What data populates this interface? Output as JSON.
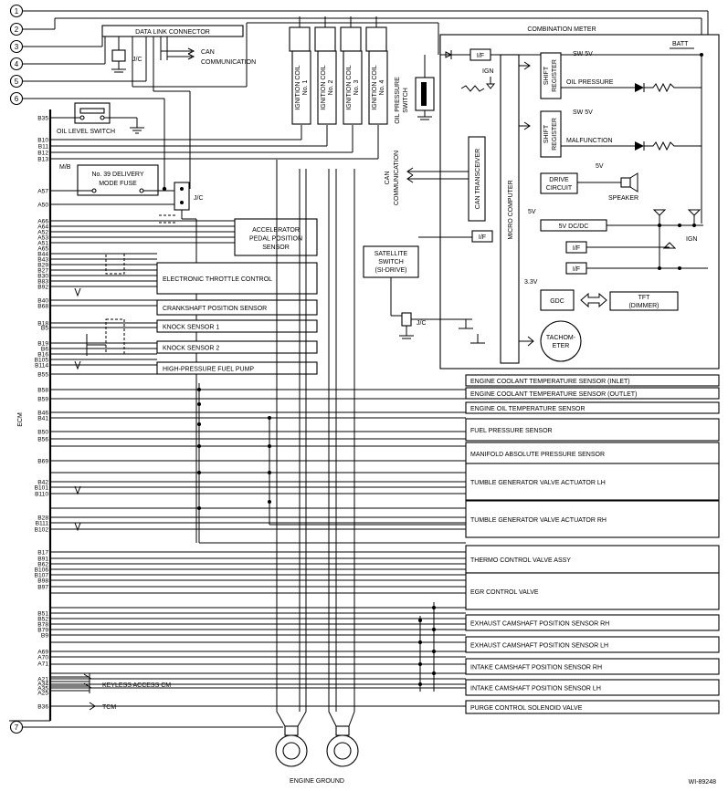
{
  "diagram_id": "WI-89248",
  "ecm_label": "ECM",
  "connectors": [
    "1",
    "2",
    "3",
    "4",
    "5",
    "6",
    "7"
  ],
  "data_link_connector": "DATA LINK CONNECTOR",
  "jc": "J/C",
  "can_comm": [
    "CAN",
    "COMMUNICATION"
  ],
  "can_comm_vertical": [
    "CAN",
    "COMMUNICATION"
  ],
  "ignition_coils": [
    {
      "l1": "IGNITION COIL",
      "l2": "No. 1"
    },
    {
      "l1": "IGNITION COIL",
      "l2": "No. 2"
    },
    {
      "l1": "IGNITION COIL",
      "l2": "No. 3"
    },
    {
      "l1": "IGNITION COIL",
      "l2": "No. 4"
    }
  ],
  "oil_pressure_switch": [
    "OIL PRESSURE",
    "SWITCH"
  ],
  "oil_level_switch": "OIL LEVEL SWITCH",
  "mb": "M/B",
  "fuse": [
    "No. 39 DELIVERY",
    "MODE FUSE"
  ],
  "combination_meter": {
    "title": "COMBINATION METER",
    "batt": "BATT",
    "ign": "IGN",
    "ign2": "IGN",
    "if": "I/F",
    "sw5v": "SW 5V",
    "shift_register": [
      "SHIFT",
      "REGISTER"
    ],
    "oil_pressure": "OIL PRESSURE",
    "malfunction": "MALFUNCTION",
    "five_v": "5V",
    "drive_circuit": [
      "DRIVE",
      "CIRCUIT"
    ],
    "speaker": "SPEAKER",
    "dcdc": "5V DC/DC",
    "v33": "3.3V",
    "gdc": "GDC",
    "tft": [
      "TFT",
      "(DIMMER)"
    ],
    "tachometer": [
      "TACHOM-",
      "ETER"
    ],
    "micro_computer": "MICRO COMPUTER",
    "can_transceiver": "CAN TRANSCEIVER"
  },
  "satellite_switch": [
    "SATELLITE",
    "SWITCH",
    "(SI-DRIVE)"
  ],
  "left_components": [
    "ACCELERATOR|PEDAL POSITION|SENSOR",
    "ELECTRONIC THROTTLE CONTROL",
    "CRANKSHAFT POSITION SENSOR",
    "KNOCK SENSOR 1",
    "KNOCK SENSOR 2",
    "HIGH-PRESSURE FUEL PUMP"
  ],
  "right_components": [
    "ENGINE COOLANT TEMPERATURE SENSOR (INLET)",
    "ENGINE COOLANT TEMPERATURE SENSOR (OUTLET)",
    "ENGINE OIL TEMPERATURE SENSOR",
    "FUEL PRESSURE SENSOR",
    "MANIFOLD ABSOLUTE PRESSURE SENSOR",
    "TUMBLE GENERATOR VALVE ACTUATOR LH",
    "TUMBLE GENERATOR VALVE ACTUATOR RH",
    "THERMO CONTROL VALVE ASSY",
    "EGR CONTROL VALVE",
    "EXHAUST CAMSHAFT POSITION SENSOR RH",
    "EXHAUST CAMSHAFT POSITION SENSOR LH",
    "INTAKE CAMSHAFT POSITION SENSOR RH",
    "INTAKE CAMSHAFT POSITION SENSOR LH",
    "PURGE CONTROL SOLENOID VALVE"
  ],
  "keyless": "KEYLESS ACCESS CM",
  "tcm": "TCM",
  "engine_ground": "ENGINE GROUND",
  "pins": [
    "B35",
    "B10",
    "B11",
    "B12",
    "B13",
    "A57",
    "A50",
    "A66",
    "A64",
    "A52",
    "A53",
    "A51",
    "A65",
    "B44",
    "B43",
    "B29",
    "B27",
    "B30",
    "B83",
    "B92",
    "B40",
    "B68",
    "B18",
    "B5",
    "B19",
    "B6",
    "B16",
    "B105",
    "B114",
    "B55",
    "B58",
    "B59",
    "B46",
    "B41",
    "B50",
    "B56",
    "B69",
    "B42",
    "B101",
    "B110",
    "B28",
    "B111",
    "B102",
    "B17",
    "B91",
    "B62",
    "B106",
    "B107",
    "B98",
    "B97",
    "B51",
    "B52",
    "B78",
    "B79",
    "B9",
    "A69",
    "A70",
    "A71",
    "A21",
    "A34",
    "A35",
    "A25",
    "B36"
  ]
}
